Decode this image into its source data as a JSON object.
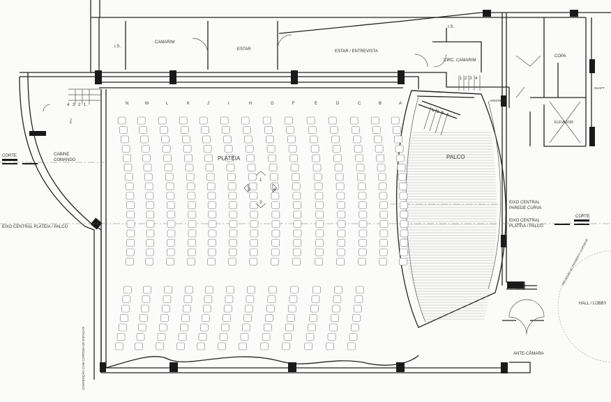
{
  "rooms": {
    "camarim": "CAMARIM",
    "estar": "ESTAR",
    "estar_entrevista": "ESTAR / ENTREVISTA",
    "is_left": "I.S.",
    "is_right": "I.S.",
    "circ_camarim": "CIRC. CAMARIM",
    "copa": "COPA",
    "armario": "ARMÁRIO",
    "elevador": "ELEVADOR",
    "shaft": "SHAFT",
    "platea": "PLATÉIA",
    "palco": "PALCO",
    "cabine_1": "CABINE",
    "cabine_2": "COMANDO",
    "hall": "HALL / LOBBY",
    "antecamara": "ANTE-CÂMARA",
    "pn": "PN2"
  },
  "annotations": {
    "corte_left": "CORTE",
    "corte_right": "CORTE",
    "eixo_platea_left": "EIXO CENTRAL PLATÉIA / PALCO",
    "eixo_curva_1": "EIXO CENTRAL",
    "eixo_curva_2": "PAREDE CURVA",
    "eixo_platea_1": "EIXO CENTRAL",
    "eixo_platea_2": "PLATÉIA / PALCO",
    "contencao": "CONTENÇÃO COM CORTINA DE ESTACAS",
    "projecao": "PROJEÇÃO DO PAVIMENTO SUPERIOR"
  },
  "row_letters": [
    "N",
    "M",
    "L",
    "K",
    "J",
    "I",
    "H",
    "G",
    "F",
    "E",
    "D",
    "C",
    "B",
    "A"
  ],
  "section_markers": [
    "1",
    "2",
    "3",
    "4"
  ],
  "stairs_left": [
    "4",
    "3",
    "2",
    "1"
  ],
  "stairs_top": [
    "1",
    "2",
    "3",
    "4"
  ],
  "stairs_stage": [
    "1",
    "2",
    "3",
    "4"
  ]
}
